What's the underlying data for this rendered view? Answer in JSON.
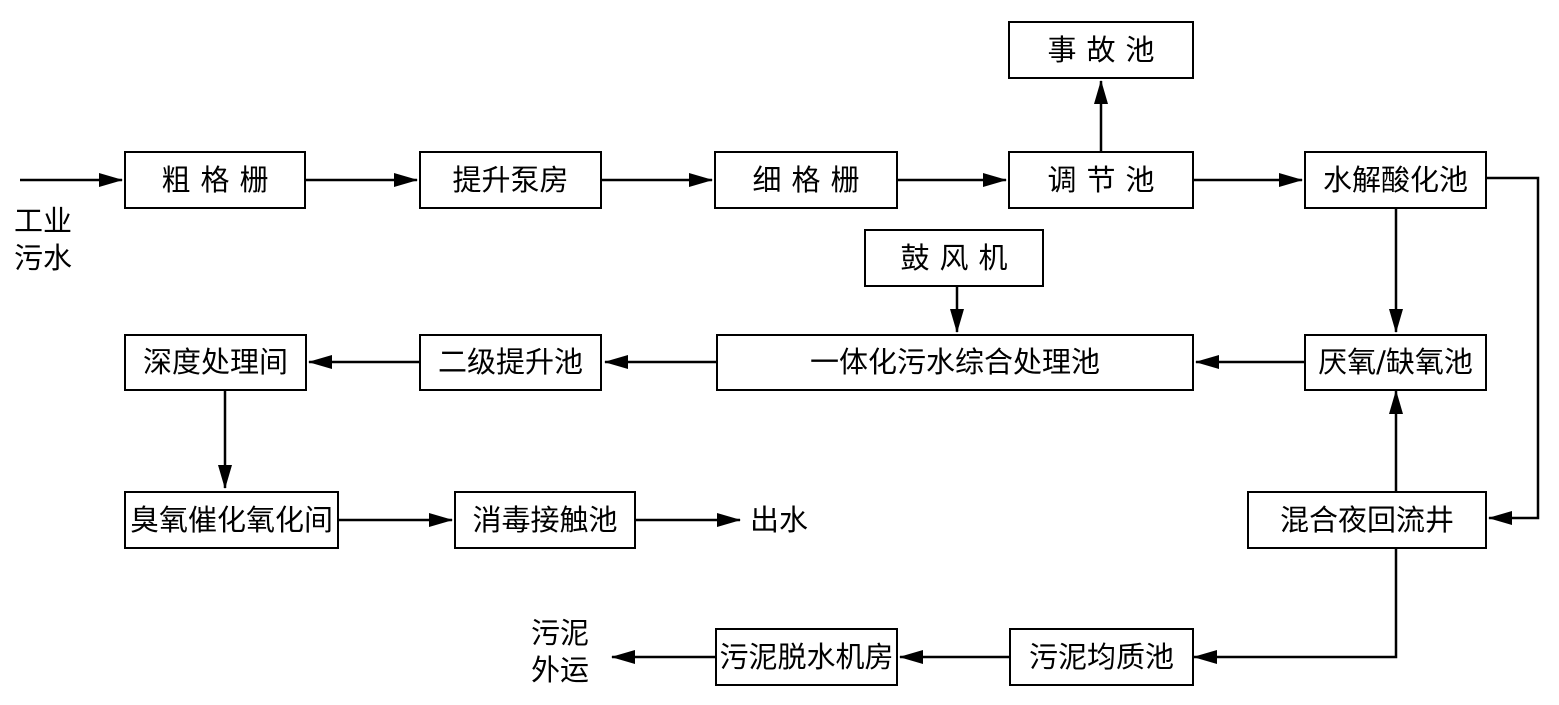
{
  "colors": {
    "stroke": "#000000",
    "background": "#ffffff"
  },
  "nodes": {
    "coarse_screen": "粗格栅",
    "lift_pump_house": "提升泵房",
    "fine_screen": "细格栅",
    "equalization_tank": "调节池",
    "accident_tank": "事故池",
    "hydrolysis_acidification_tank": "水解酸化池",
    "blower": "鼓风机",
    "integrated_treatment_tank": "一体化污水综合处理池",
    "anaerobic_anoxic_tank": "厌氧/缺氧池",
    "secondary_lift_tank": "二级提升池",
    "advanced_treatment_room": "深度处理间",
    "ozone_catalytic_oxidation_room": "臭氧催化氧化间",
    "disinfection_contact_tank": "消毒接触池",
    "mixed_liquor_return_well": "混合夜回流井",
    "sludge_homogenization_tank": "污泥均质池",
    "sludge_dewatering_room": "污泥脱水机房"
  },
  "labels": {
    "inflow": [
      "工业",
      "污水"
    ],
    "outflow": "出水",
    "sludge_out": [
      "污泥",
      "外运"
    ]
  }
}
